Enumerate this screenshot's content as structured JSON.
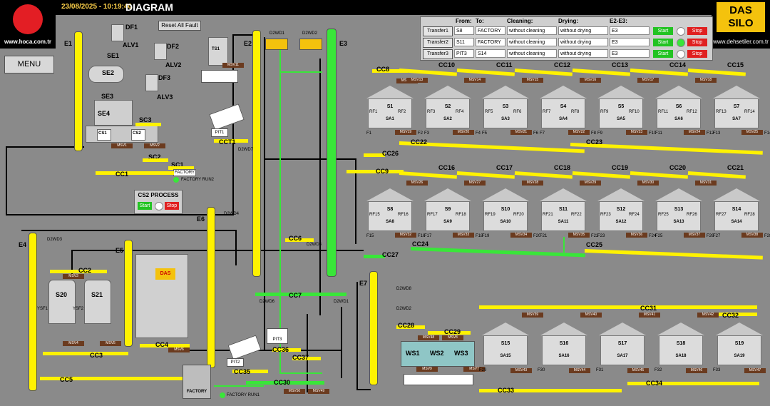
{
  "header": {
    "datetime": "23/08/2025 - 10:19:40",
    "title": "DIAGRAM"
  },
  "logos": {
    "left_url": "www.hoca.com.tr",
    "right_brand_line1": "DAS",
    "right_brand_line2": "SILO",
    "right_url": "www.dehsetiler.com.tr"
  },
  "buttons": {
    "menu": "MENU",
    "reset": "Reset All Fault"
  },
  "transfer": {
    "headers": {
      "from": "From:",
      "to": "To:",
      "cleaning": "Cleaning:",
      "drying": "Drying:",
      "e2e3": "E2-E3:"
    },
    "rows": [
      {
        "label": "Transfer1",
        "from": "S8",
        "to": "FACTORY",
        "cleaning": "without cleaning",
        "drying": "without drying",
        "e2e3": "E3",
        "start": "Start",
        "stop": "Stop"
      },
      {
        "label": "Transfer2",
        "from": "S11",
        "to": "FACTORY",
        "cleaning": "without cleaning",
        "drying": "without drying",
        "e2e3": "E3",
        "start": "Start",
        "stop": "Stop"
      },
      {
        "label": "Transfer3",
        "from": "PIT3",
        "to": "S14",
        "cleaning": "without cleaning",
        "drying": "without drying",
        "e2e3": "E3",
        "start": "Start",
        "stop": "Stop"
      }
    ]
  },
  "cs2": {
    "title": "CS2 PROCESS",
    "start": "Start",
    "stop": "Stop"
  },
  "labels": {
    "df1": "DF1",
    "df2": "DF2",
    "df3": "DF3",
    "alv1": "ALV1",
    "alv2": "ALV2",
    "alv3": "ALV3",
    "se1": "SE1",
    "se2": "SE2",
    "se3": "SE3",
    "se4": "SE4",
    "sc1": "SC1",
    "sc2": "SC2",
    "sc3": "SC3",
    "cs1": "CS1",
    "cs2": "CS2",
    "cc1": "CC1",
    "cc2": "CC2",
    "cc3": "CC3",
    "cc4": "CC4",
    "cc5": "CC5",
    "cc6": "CC6",
    "cc7": "CC7",
    "cc8": "CC8",
    "cc9": "CC9",
    "cc22": "CC22",
    "cc23": "CC23",
    "cc24": "CC24",
    "cc25": "CC25",
    "cc26": "CC26",
    "cc27": "CC27",
    "cc28": "CC28",
    "cc29": "CC29",
    "cc30": "CC30",
    "cc31": "CC31",
    "cc32": "CC32",
    "cc33": "CC33",
    "cc34": "CC34",
    "cc35": "CC35",
    "cc36": "CC36",
    "cc37": "CC37",
    "cct1": "CCT1",
    "e1": "E1",
    "e2": "E2",
    "e3": "E3",
    "e4": "E4",
    "e5": "E5",
    "e6": "E6",
    "e7": "E7",
    "ts1": "TS1",
    "pit1": "PIT1",
    "pit2": "PIT2",
    "pit3": "PIT3",
    "factory": "FACTORY",
    "factory_run1": "FACTORY RUN1",
    "factory_run2": "FACTORY RUN2",
    "s20": "S20",
    "s21": "S21",
    "ysf1": "YSF1",
    "ysf2": "YSF2",
    "ws1": "WS1",
    "ws2": "WS2",
    "ws3": "WS3",
    "das": "DAS",
    "d2wd1": "D2WD1",
    "d2wd2": "D2WD2",
    "d2wd3": "D2WD3",
    "d2wd4": "D2WD4",
    "d2wd5": "D2WD5",
    "d2wd6": "D2WD6",
    "d2wd7": "D2WD7",
    "d2wd8": "D2WD8"
  },
  "conveyor_labels_row1": [
    "CC10",
    "CC11",
    "CC12",
    "CC13",
    "CC14",
    "CC15"
  ],
  "conveyor_labels_row2": [
    "CC16",
    "CC17",
    "CC18",
    "CC19",
    "CC20",
    "CC21"
  ],
  "silos_row1": [
    {
      "name": "S1",
      "sa": "SA1",
      "rf": [
        "RF1",
        "RF2"
      ],
      "msv": "MSV19",
      "msv_top": "MSV13",
      "f": [
        "F1",
        "F2"
      ]
    },
    {
      "name": "S2",
      "sa": "SA2",
      "rf": [
        "RF3",
        "RF4"
      ],
      "msv": "MSV20",
      "msv_top": "MSV14",
      "f": [
        "F3",
        "F4"
      ]
    },
    {
      "name": "S3",
      "sa": "SA3",
      "rf": [
        "RF5",
        "RF6"
      ],
      "msv": "MSV21",
      "msv_top": "MSV15",
      "f": [
        "F5",
        "F6"
      ]
    },
    {
      "name": "S4",
      "sa": "SA4",
      "rf": [
        "RF7",
        "RF8"
      ],
      "msv": "MSV22",
      "msv_top": "MSV16",
      "f": [
        "F7",
        "F8"
      ]
    },
    {
      "name": "S5",
      "sa": "SA5",
      "rf": [
        "RF9",
        "RF10"
      ],
      "msv": "MSV23",
      "msv_top": "MSV17",
      "f": [
        "F9",
        "F10"
      ]
    },
    {
      "name": "S6",
      "sa": "SA6",
      "rf": [
        "RF11",
        "RF12"
      ],
      "msv": "MSV24",
      "msv_top": "MSV18",
      "f": [
        "F11",
        "F12"
      ]
    },
    {
      "name": "S7",
      "sa": "SA7",
      "rf": [
        "RF13",
        "RF14"
      ],
      "msv": "MSV25",
      "msv_top": "",
      "f": [
        "F13",
        "F14"
      ]
    }
  ],
  "silos_row2": [
    {
      "name": "S8",
      "sa": "SA8",
      "rf": [
        "RF15",
        "RF16"
      ],
      "msv": "MSV32",
      "msv_top": "MSV26",
      "f": [
        "F15",
        "F16"
      ]
    },
    {
      "name": "S9",
      "sa": "SA9",
      "rf": [
        "RF17",
        "RF18"
      ],
      "msv": "MSV33",
      "msv_top": "MSV27",
      "f": [
        "F17",
        "F18"
      ]
    },
    {
      "name": "S10",
      "sa": "SA10",
      "rf": [
        "RF19",
        "RF20"
      ],
      "msv": "MSV34",
      "msv_top": "MSV28",
      "f": [
        "F19",
        "F20"
      ]
    },
    {
      "name": "S11",
      "sa": "SA11",
      "rf": [
        "RF21",
        "RF22"
      ],
      "msv": "MSV35",
      "msv_top": "MSV29",
      "f": [
        "F21",
        "F22"
      ]
    },
    {
      "name": "S12",
      "sa": "SA12",
      "rf": [
        "RF23",
        "RF24"
      ],
      "msv": "MSV36",
      "msv_top": "MSV30",
      "f": [
        "F23",
        "F24"
      ]
    },
    {
      "name": "S13",
      "sa": "SA13",
      "rf": [
        "RF25",
        "RF26"
      ],
      "msv": "MSV37",
      "msv_top": "MSV31",
      "f": [
        "F25",
        "F26"
      ]
    },
    {
      "name": "S14",
      "sa": "SA14",
      "rf": [
        "RF27",
        "RF28"
      ],
      "msv": "MSV38",
      "msv_top": "",
      "f": [
        "F27",
        "F28"
      ]
    }
  ],
  "silos_row3": [
    {
      "name": "S15",
      "sa": "SA15",
      "msv": "MSV43",
      "msv_top": "MSV39",
      "f": "F29"
    },
    {
      "name": "S16",
      "sa": "SA16",
      "msv": "MSV44",
      "msv_top": "MSV40",
      "f": "F30"
    },
    {
      "name": "S17",
      "sa": "SA17",
      "msv": "MSV45",
      "msv_top": "MSV41",
      "f": "F31"
    },
    {
      "name": "S18",
      "sa": "SA18",
      "msv": "MSV46",
      "msv_top": "MSV42",
      "f": "F32"
    },
    {
      "name": "S19",
      "sa": "SA19",
      "msv": "MSV47",
      "msv_top": "",
      "f": "F33"
    }
  ],
  "msv": {
    "m1": "MSV1",
    "m2": "MSV2",
    "m3": "MSV3",
    "m4": "MSV4",
    "m5": "MSV5",
    "m6": "MSV6",
    "m7": "MSV7",
    "m8": "MSV8",
    "m9": "MSV9",
    "m11": "MSV11",
    "m12": "MSV12",
    "m48": "MSV48",
    "m49": "MSV49",
    "m50": "MSV50"
  },
  "colors": {
    "conveyor_idle": "#fff200",
    "conveyor_running": "#39e639",
    "background": "#8a8a8a",
    "start": "#22c322",
    "stop": "#e02020"
  }
}
